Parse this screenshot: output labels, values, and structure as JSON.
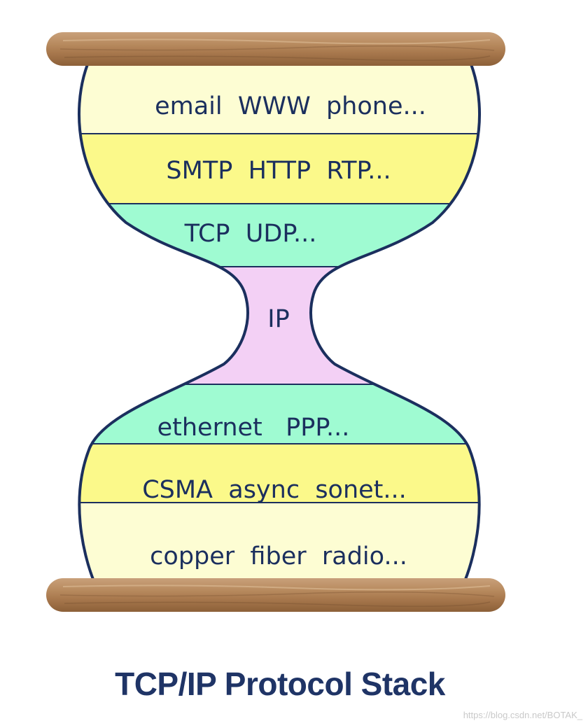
{
  "diagram": {
    "layers": [
      {
        "label": "email  WWW  phone...",
        "color": "#fdfdd3"
      },
      {
        "label": "SMTP  HTTP  RTP...",
        "color": "#fbf98a"
      },
      {
        "label": "TCP  UDP...",
        "color": "#9ffbd2"
      },
      {
        "label": "IP",
        "color": "#f3d0f5"
      },
      {
        "label": "ethernet   PPP...",
        "color": "#9ffbd2"
      },
      {
        "label": "CSMA  async  sonet...",
        "color": "#fbf98a"
      },
      {
        "label": "copper  fiber  radio...",
        "color": "#fdfdd3"
      }
    ],
    "outline_color": "#1b2f5e",
    "wood_color": "#b58a5e"
  },
  "caption": "TCP/IP Protocol Stack",
  "watermark": "https://blog.csdn.net/BOTAK_"
}
